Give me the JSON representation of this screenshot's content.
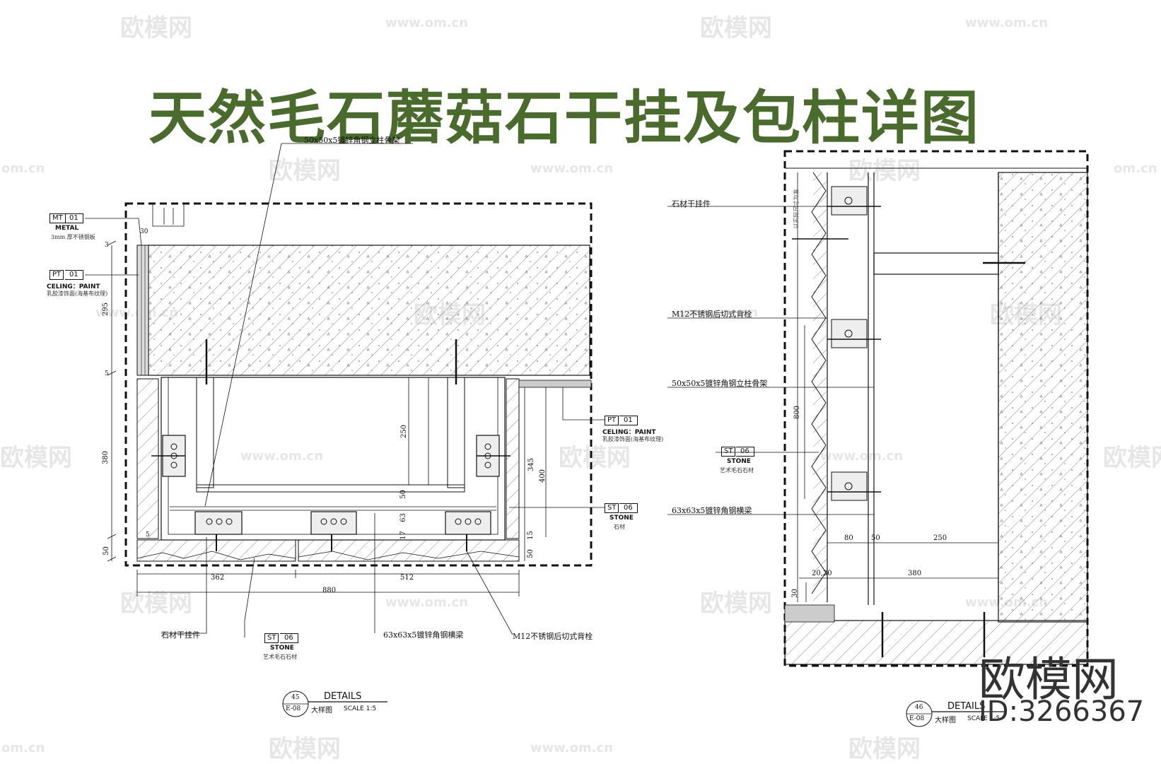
{
  "title": "天然毛石蘑菇石干挂及包柱详图",
  "watermarks": {
    "site_name": "欧模网",
    "site_url": "www.om.cn",
    "url_short": "om.cn"
  },
  "brand": {
    "name": "欧模网",
    "id_text": "ID:3266367"
  },
  "colors": {
    "title": "#496b2c",
    "line": "#111111",
    "hatch": "#555555",
    "watermark": "#e6e6e6"
  },
  "left": {
    "callout_top": "50x50x5镀锌角钢立柱骨架",
    "mt_tag": {
      "code": "MT",
      "num": "01",
      "name": "METAL",
      "desc": "3mm 厚不锈钢板"
    },
    "pt_tag_left": {
      "code": "PT",
      "num": "01",
      "name": "CELING：PAINT",
      "desc": "乳胶漆饰面(海基布纹理)"
    },
    "pt_tag_right": {
      "code": "PT",
      "num": "01",
      "name": "CELING：PAINT",
      "desc": "乳胶漆饰面(海基布纹理)"
    },
    "st_tag_right": {
      "code": "ST",
      "num": "06",
      "name": "STONE",
      "desc": "石材"
    },
    "st_tag_bottom": {
      "code": "ST",
      "num": "06",
      "name": "STONE",
      "desc": "艺术毛石石材"
    },
    "label_stone_hanger": "石材干挂件",
    "label_beam": "63x63x5镀锌角钢横梁",
    "label_bolt": "M12不锈钢后切式背栓",
    "dims": {
      "d30": "30",
      "d3": "3",
      "d295": "295",
      "d5": "5",
      "d380": "380",
      "d50": "50",
      "d250": "250",
      "d50b": "50",
      "d63": "63",
      "d17": "17",
      "d345": "345",
      "d400": "400",
      "d5r": "5",
      "d15": "15",
      "d50r": "50",
      "d362": "362",
      "d512": "512",
      "d880": "880"
    },
    "detail": {
      "circle_top": "45",
      "circle_bottom": "E-08",
      "title": "DETAILS",
      "sub": "大样图",
      "scale": "SCALE 1:5"
    }
  },
  "right": {
    "label_hanger": "石材干挂件",
    "label_bolt": "M12不锈钢后切式背栓",
    "label_column": "50x50x5镀锌角钢立柱骨架",
    "label_beam": "63x63x5镀锌角钢横梁",
    "st_tag": {
      "code": "ST",
      "num": "06",
      "name": "STONE",
      "desc": "艺术毛石石材"
    },
    "vertical_note": "以实际尺寸为准",
    "dims": {
      "d800": "800",
      "d80": "80",
      "d50": "50",
      "d250": "250",
      "d2030": "20,30",
      "d380": "380",
      "d30": "30"
    },
    "detail": {
      "circle_top": "46",
      "circle_bottom": "E-08",
      "title": "DETAILS",
      "sub": "大样图",
      "scale": "SCALE 1:5"
    }
  }
}
